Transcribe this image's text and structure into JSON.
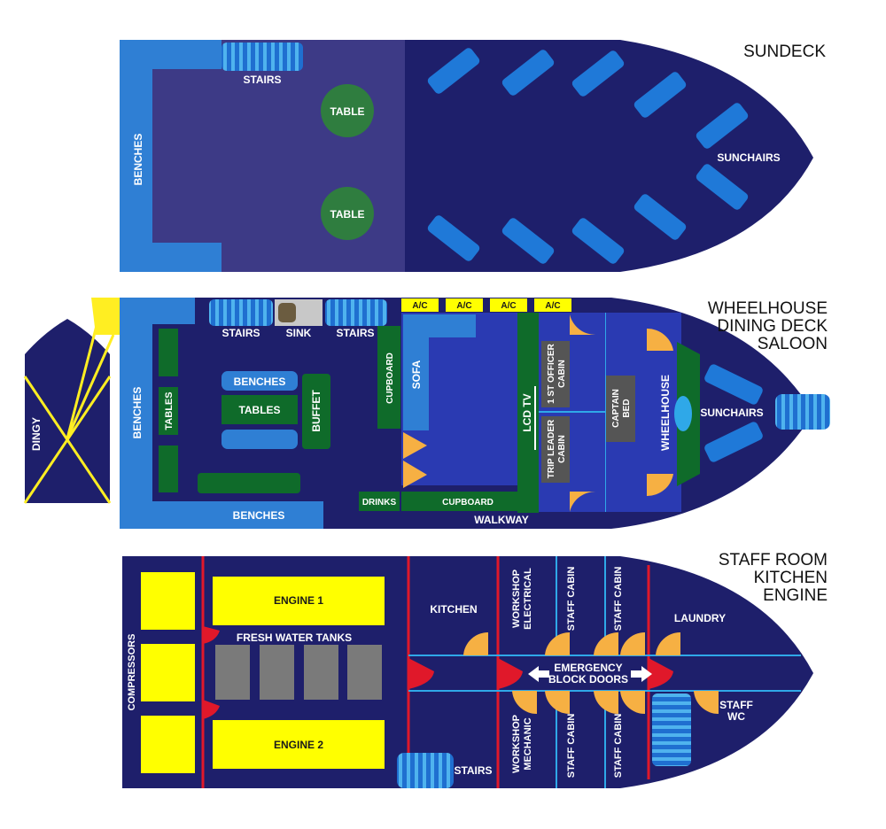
{
  "titles": {
    "sundeck": "SUNDECK",
    "middle": [
      "WHEELHOUSE",
      "DINING DECK",
      "SALOON"
    ],
    "lower": [
      "STAFF ROOM",
      "KITCHEN",
      "ENGINE"
    ]
  },
  "sundeck": {
    "benches": "BENCHES",
    "stairs": "STAIRS",
    "table1": "TABLE",
    "table2": "TABLE",
    "sunchairs": "SUNCHAIRS"
  },
  "middle": {
    "dingy": "DINGY",
    "benches_left": "BENCHES",
    "stairs_left": "STAIRS",
    "sink": "SINK",
    "stairs_right": "STAIRS",
    "ac": [
      "A/C",
      "A/C",
      "A/C",
      "A/C"
    ],
    "tables_v": "TABLES",
    "benches_top": "BENCHES",
    "tables": "TABLES",
    "buffet": "BUFFET",
    "cupboard_v": "CUPBOARD",
    "sofa": "SOFA",
    "lcd_tv": "LCD TV",
    "first_officer": [
      "1 ST OFFICER",
      "CABIN"
    ],
    "trip_leader": [
      "TRIP LEADER",
      "CABIN"
    ],
    "captain": [
      "CAPTAIN",
      "BED"
    ],
    "wheelhouse": "WHEELHOUSE",
    "sunchairs": "SUNCHAIRS",
    "benches_bottom": "BENCHES",
    "drinks": "DRINKS",
    "cupboard": "CUPBOARD",
    "walkway": "WALKWAY"
  },
  "lower": {
    "compressors": "COMPRESSORS",
    "engine1": "ENGINE 1",
    "fresh_water": "FRESH WATER TANKS",
    "engine2": "ENGINE 2",
    "kitchen": "KITCHEN",
    "workshop_electrical": [
      "WORKSHOP",
      "ELECTRICAL"
    ],
    "staff_cabin_1": "STAFF CABIN",
    "staff_cabin_2": "STAFF CABIN",
    "laundry": "LAUNDRY",
    "emergency": [
      "EMERGENCY",
      "BLOCK DOORS"
    ],
    "stairs": "STAIRS",
    "workshop_mechanic": [
      "WORKSHOP",
      "MECHANIC"
    ],
    "staff_cabin_3": "STAFF CABIN",
    "staff_cabin_4": "STAFF CABIN",
    "staff_wc": [
      "STAFF",
      "WC"
    ]
  },
  "colors": {
    "hull": "#1e1f6b",
    "light_blue": "#2b7fd6",
    "green": "#0f6b2a",
    "yellow": "#ffff00",
    "red": "#e0182a",
    "orange": "#f6b043",
    "cyan": "#2fa8e8",
    "gray": "#7a7a7a"
  }
}
